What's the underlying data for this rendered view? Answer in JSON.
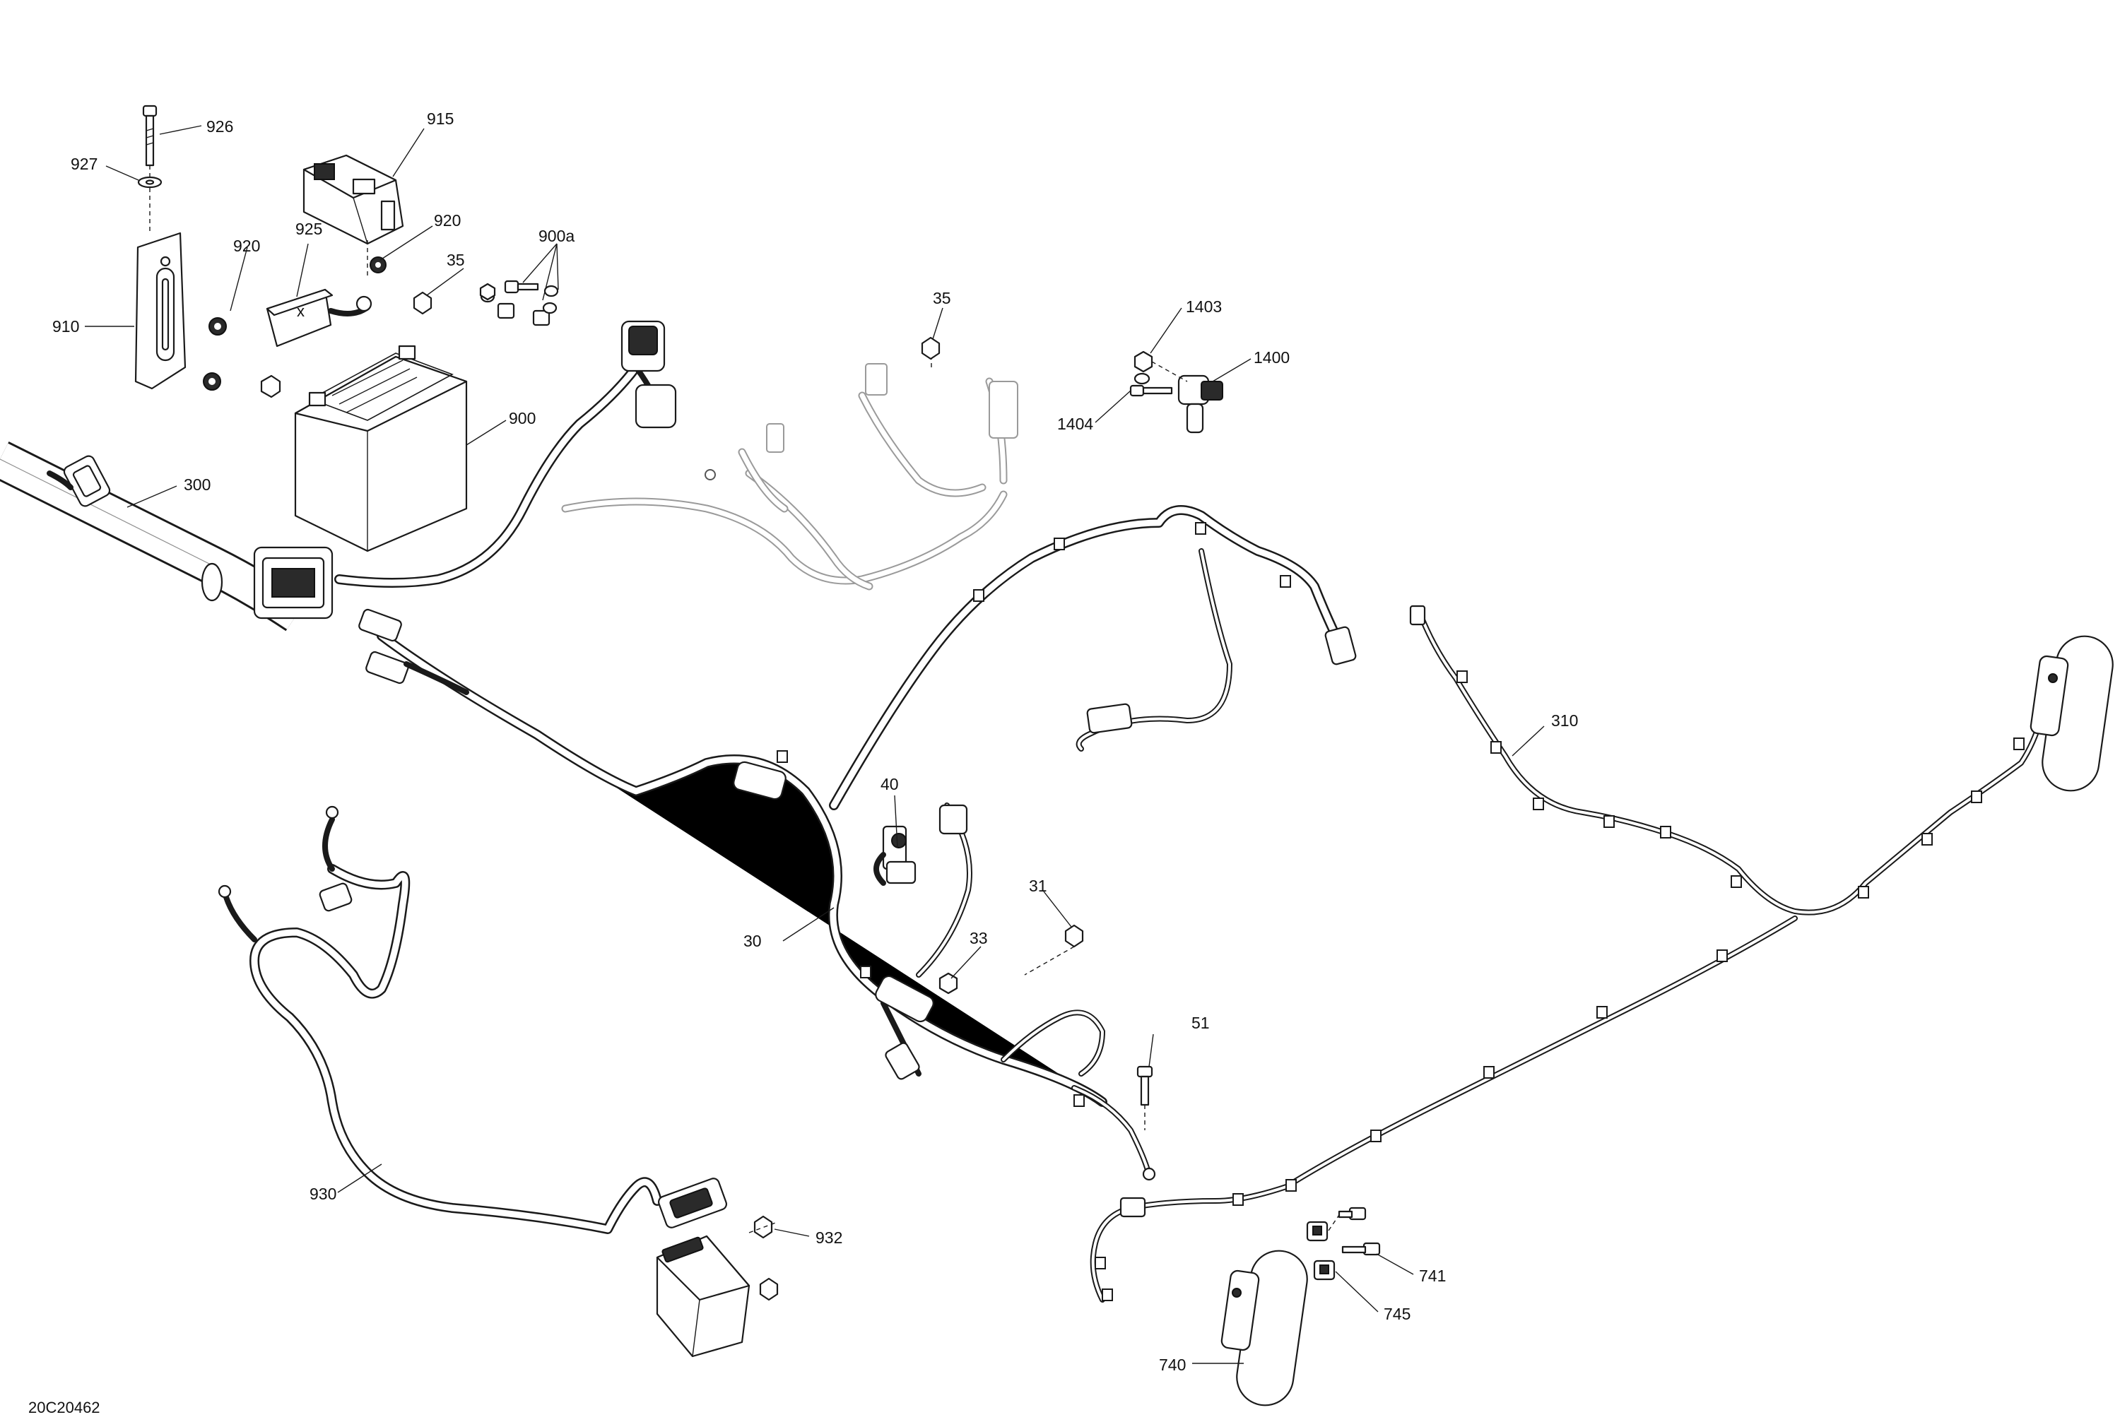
{
  "diagram": {
    "reference_code": "20C20462",
    "callouts": [
      {
        "id": "926",
        "label": "926"
      },
      {
        "id": "927",
        "label": "927"
      },
      {
        "id": "915",
        "label": "915"
      },
      {
        "id": "920a",
        "label": "920"
      },
      {
        "id": "920b",
        "label": "920"
      },
      {
        "id": "925",
        "label": "925"
      },
      {
        "id": "35a",
        "label": "35"
      },
      {
        "id": "900a",
        "label": "900a"
      },
      {
        "id": "910",
        "label": "910"
      },
      {
        "id": "900",
        "label": "900"
      },
      {
        "id": "300",
        "label": "300"
      },
      {
        "id": "35b",
        "label": "35"
      },
      {
        "id": "1403",
        "label": "1403"
      },
      {
        "id": "1400",
        "label": "1400"
      },
      {
        "id": "1404",
        "label": "1404"
      },
      {
        "id": "310",
        "label": "310"
      },
      {
        "id": "40",
        "label": "40"
      },
      {
        "id": "30",
        "label": "30"
      },
      {
        "id": "31",
        "label": "31"
      },
      {
        "id": "33",
        "label": "33"
      },
      {
        "id": "51",
        "label": "51"
      },
      {
        "id": "930",
        "label": "930"
      },
      {
        "id": "932",
        "label": "932"
      },
      {
        "id": "741",
        "label": "741"
      },
      {
        "id": "745",
        "label": "745"
      },
      {
        "id": "740",
        "label": "740"
      }
    ]
  }
}
